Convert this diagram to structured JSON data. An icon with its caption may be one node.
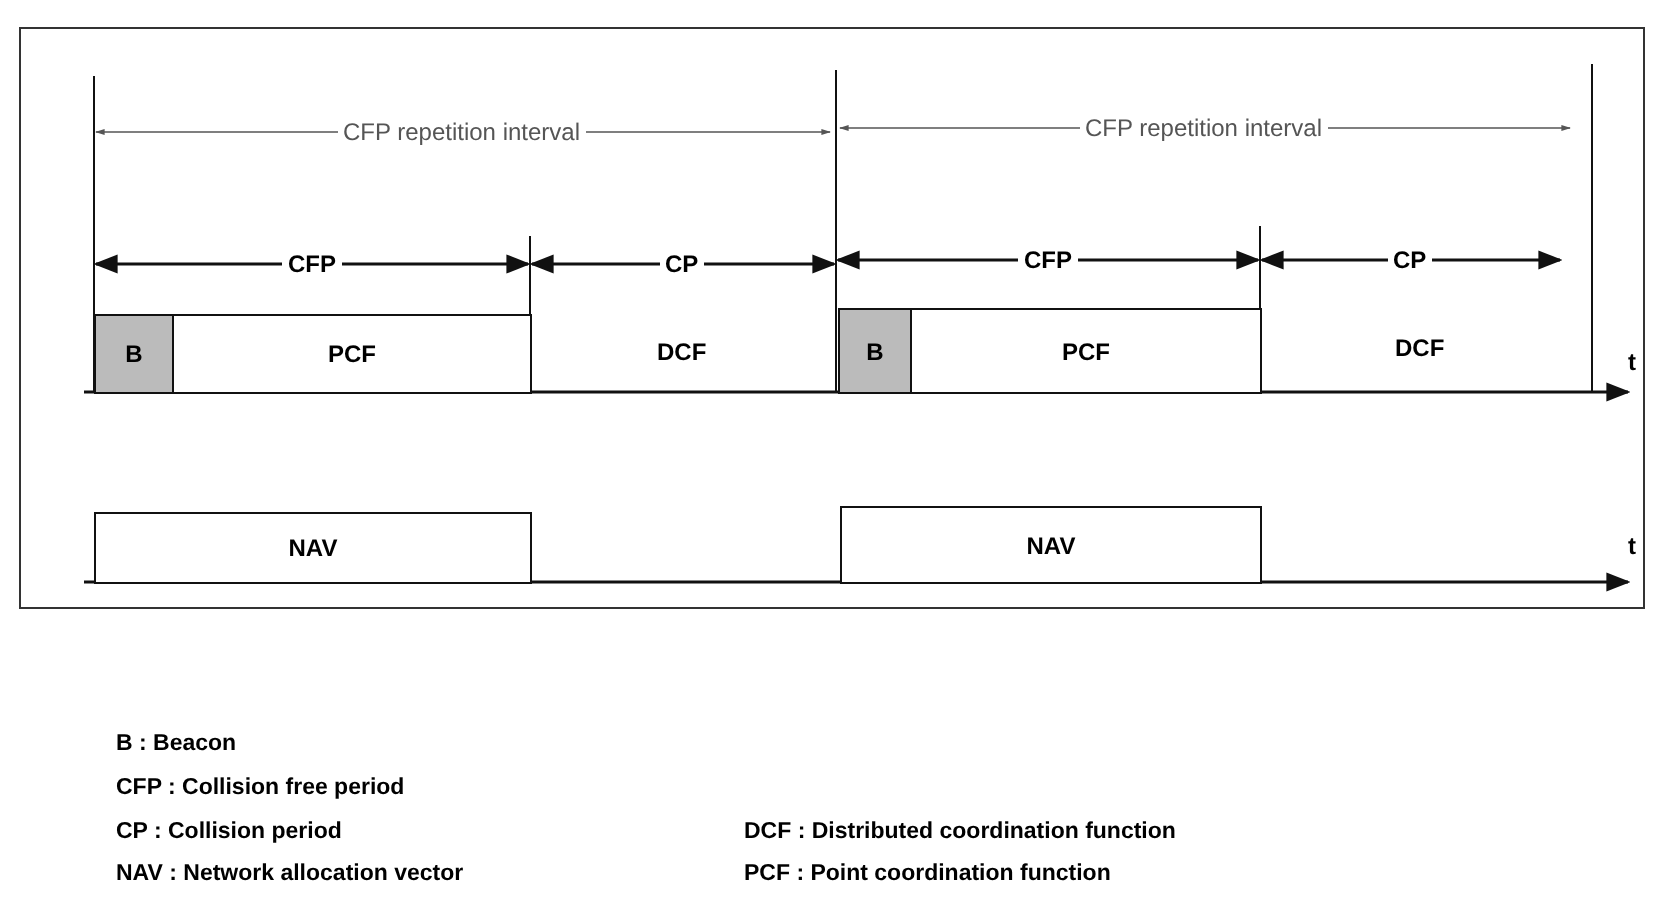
{
  "diagram": {
    "nodes": [
      {
        "text": [
          "B"
        ]
      },
      {
        "text": [
          "PCF"
        ]
      },
      {
        "text": [
          "B"
        ]
      },
      {
        "text": [
          "PCF"
        ]
      },
      {
        "text": [
          "NAV"
        ]
      },
      {
        "text": [
          "NAV"
        ]
      }
    ],
    "labels": [
      "CFP repetition interval",
      "CFP repetition interval",
      "CFP",
      "CP",
      "CFP",
      "CP",
      "DCF",
      "t",
      "DCF",
      "t",
      "B : Beacon",
      "CFP : Collision free period",
      "CP : Collision period",
      "DCF : Distributed coordination function",
      "NAV : Network allocation vector",
      "PCF : Point coordination function"
    ]
  }
}
